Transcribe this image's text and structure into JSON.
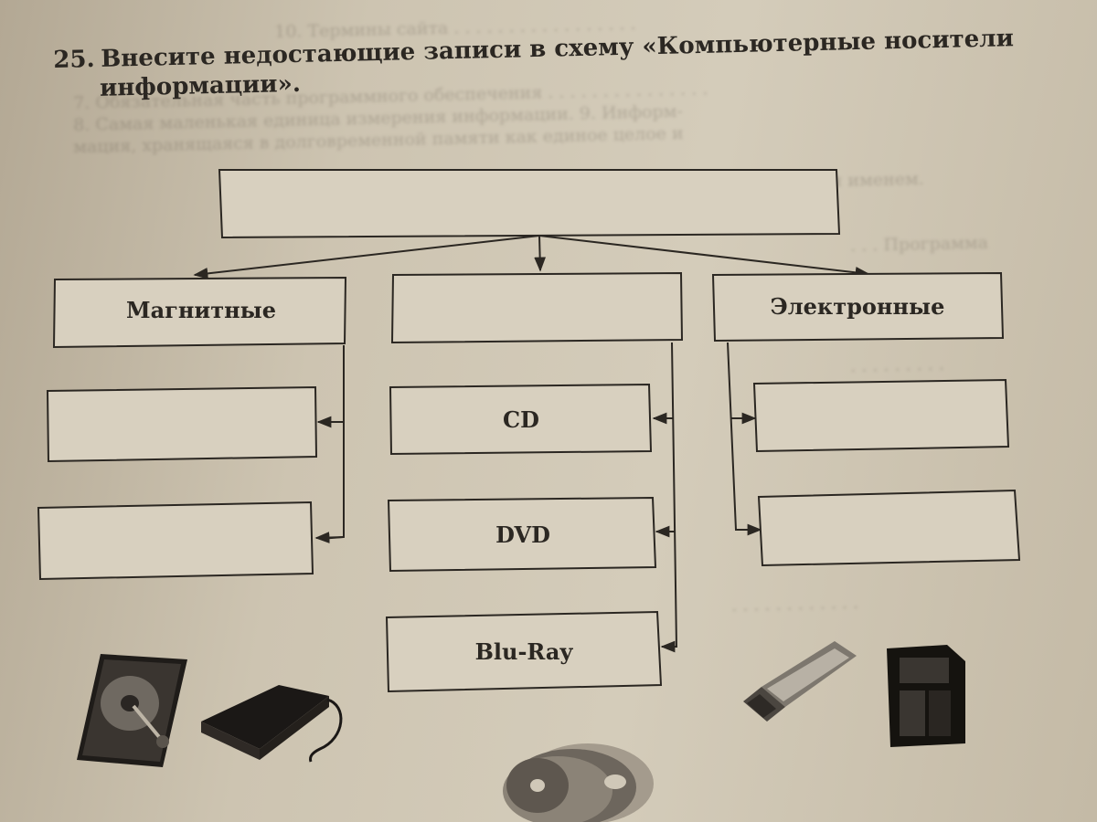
{
  "task": {
    "number": "25.",
    "line1": "Внесите недостающие записи в схему «Компьютерные носители",
    "line2": "информации»."
  },
  "diagram": {
    "root": "",
    "categories": {
      "magnetic": "Магнитные",
      "optical": "",
      "electronic": "Электронные"
    },
    "magnetic_items": [
      "",
      ""
    ],
    "optical_items": [
      "CD",
      "DVD",
      "Blu-Ray"
    ],
    "electronic_items": [
      "",
      ""
    ]
  },
  "illustrations": [
    "hard-drive-image",
    "external-drive-image",
    "discs-image",
    "usb-flash-drive-image",
    "sd-card-image"
  ]
}
